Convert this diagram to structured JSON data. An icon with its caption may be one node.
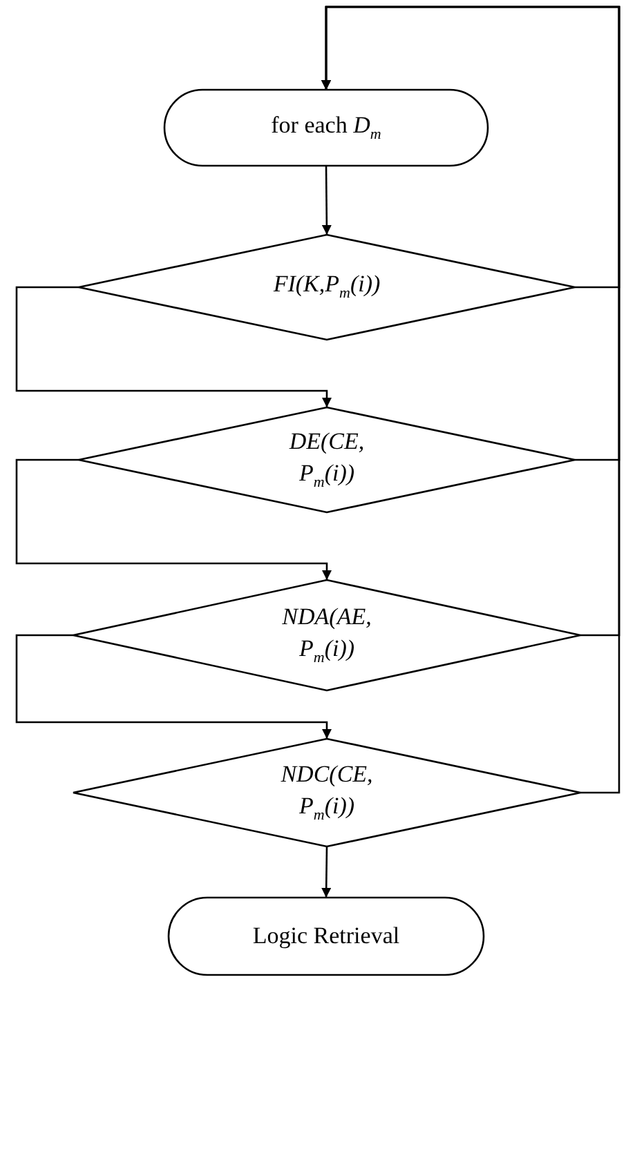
{
  "diagram": {
    "nodes": [
      {
        "text": [
          "for each *D*$_{m}$"
        ]
      },
      {
        "text": [
          "FI(K,P$_{m}$(i))"
        ]
      },
      {
        "text": [
          "DE(CE, P$_{m}$(i))"
        ]
      },
      {
        "text": [
          "NDA(AE, P$_{m}$(i))"
        ]
      },
      {
        "text": [
          "NDC(CE, P$_{m}$(i))"
        ]
      },
      {
        "text": [
          "Logic Retrieval"
        ]
      }
    ],
    "edges": [
      {
        "from": 0,
        "to": 1,
        "arrow": "to"
      },
      {
        "from": 1,
        "to": 2,
        "arrow": "to"
      },
      {
        "from": 2,
        "to": 3,
        "arrow": "to"
      },
      {
        "from": 3,
        "to": 4,
        "arrow": "to"
      },
      {
        "from": 4,
        "to": 5,
        "arrow": "to"
      },
      {
        "from": 1,
        "to": 0,
        "arrow": "to"
      },
      {
        "from": 2,
        "to": 0,
        "arrow": "to"
      },
      {
        "from": 3,
        "to": 0,
        "arrow": "to"
      },
      {
        "from": 4,
        "to": 0,
        "arrow": "to"
      }
    ]
  }
}
